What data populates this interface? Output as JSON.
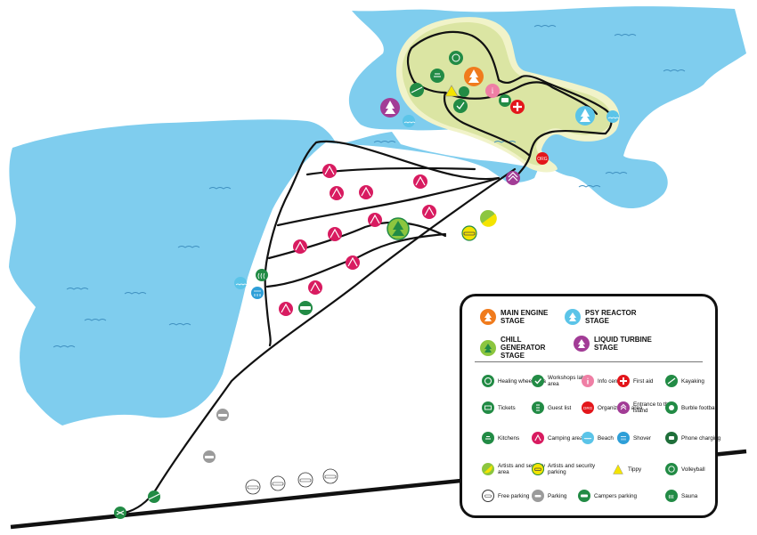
{
  "colors": {
    "water": "#7fcdee",
    "island": "#dbe5a3",
    "island_edge": "#f1f3c9",
    "path": "#111111",
    "green_icon": "#228b45",
    "magenta_icon": "#d81b60",
    "orange_icon": "#f07b1d",
    "cyan_icon": "#5bc4e8",
    "purple_icon": "#a23c96",
    "red_icon": "#e3161b",
    "grey_icon": "#9b9b9b",
    "pink_icon": "#ef7fa5",
    "lime_icon": "#8cc63f",
    "yellow_icon": "#f4e400"
  },
  "map_labels": {
    "organizers_badge": "ORG"
  },
  "legend": {
    "stages": [
      {
        "label": "MAIN ENGINE STAGE",
        "icon": "tree-icon",
        "color": "#f07b1d"
      },
      {
        "label": "PSY REACTOR STAGE",
        "icon": "tree-icon",
        "color": "#5bc4e8"
      },
      {
        "label": "CHILL GENERATOR STAGE",
        "icon": "tree-icon",
        "color": "#8cc63f"
      },
      {
        "label": "LIQUID TURBINE STAGE",
        "icon": "tree-icon",
        "color": "#a23c96"
      }
    ],
    "items": [
      {
        "label": "Healing wheel area",
        "icon": "wheel-icon"
      },
      {
        "label": "Workshops lab area",
        "icon": "check-icon"
      },
      {
        "label": "Info centre",
        "icon": "info-icon"
      },
      {
        "label": "First aid",
        "icon": "first-aid-icon"
      },
      {
        "label": "Kayaking",
        "icon": "kayak-icon"
      },
      {
        "label": "Tickets",
        "icon": "ticket-icon"
      },
      {
        "label": "Guest list",
        "icon": "guest-list-icon"
      },
      {
        "label": "Organizators area",
        "icon": "org-icon",
        "badge": "ORG"
      },
      {
        "label": "Entrance to the island",
        "icon": "entrance-icon"
      },
      {
        "label": "Burble football",
        "icon": "football-icon"
      },
      {
        "label": "Kitchens",
        "icon": "kitchen-icon"
      },
      {
        "label": "Camping area",
        "icon": "tent-icon"
      },
      {
        "label": "Beach",
        "icon": "beach-icon"
      },
      {
        "label": "Shover",
        "icon": "shower-icon"
      },
      {
        "label": "Phone charging",
        "icon": "phone-icon"
      },
      {
        "label": "Artists and security area",
        "icon": "artists-area-icon"
      },
      {
        "label": "Artists and security parking",
        "icon": "artists-parking-icon"
      },
      {
        "label": "Tippy",
        "icon": "tippy-icon"
      },
      {
        "label": "Volleyball",
        "icon": "volleyball-icon"
      },
      {
        "label": "Free parking",
        "icon": "free-parking-icon"
      },
      {
        "label": "Parking",
        "icon": "parking-icon"
      },
      {
        "label": "Campers parking",
        "icon": "campers-parking-icon"
      },
      {
        "label": "Sauna",
        "icon": "sauna-icon"
      }
    ]
  }
}
